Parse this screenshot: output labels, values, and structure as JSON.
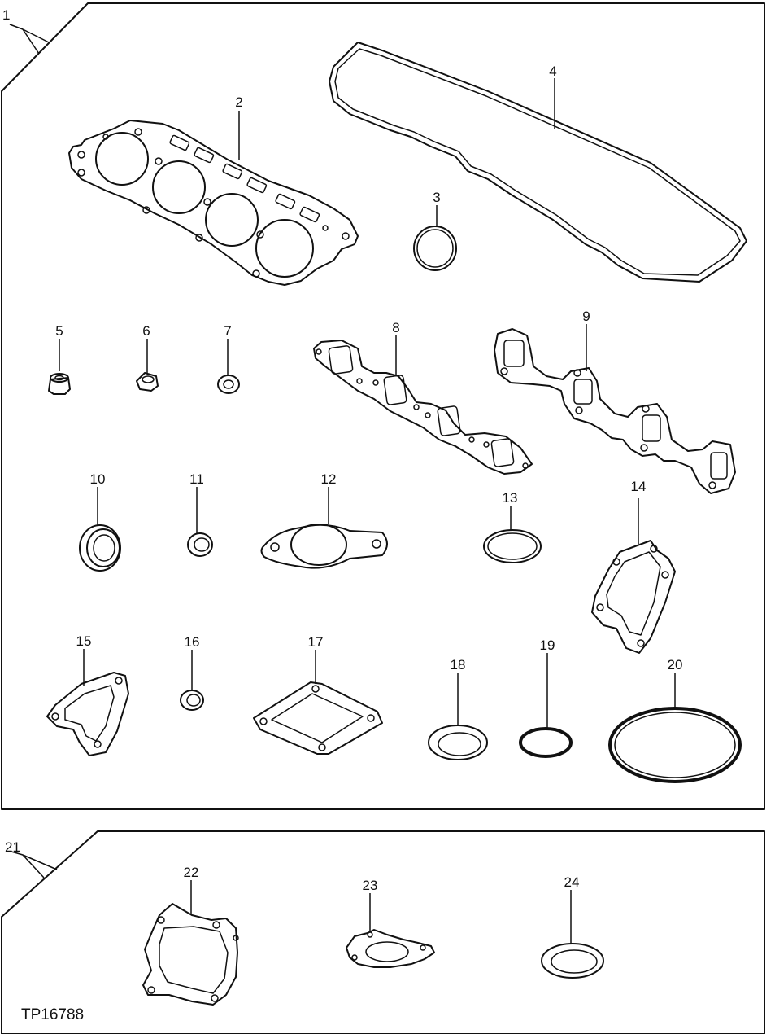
{
  "figure_code": "TP16788",
  "kits": [
    {
      "callout": "1"
    },
    {
      "callout": "21"
    }
  ],
  "parts": {
    "p2": "2",
    "p3": "3",
    "p4": "4",
    "p5": "5",
    "p6": "6",
    "p7": "7",
    "p8": "8",
    "p9": "9",
    "p10": "10",
    "p11": "11",
    "p12": "12",
    "p13": "13",
    "p14": "14",
    "p15": "15",
    "p16": "16",
    "p17": "17",
    "p18": "18",
    "p19": "19",
    "p20": "20",
    "p22": "22",
    "p23": "23",
    "p24": "24"
  }
}
